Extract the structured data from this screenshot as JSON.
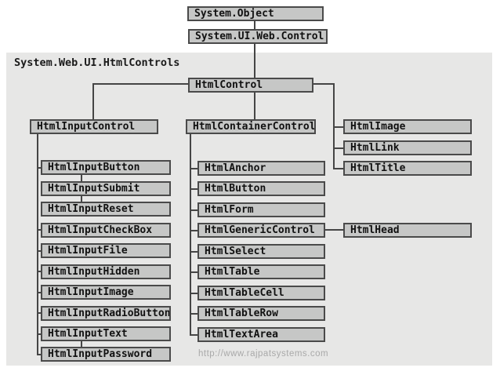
{
  "diagram": {
    "namespace_label": "System.Web.UI.HtmlControls",
    "roots": [
      "System.Object",
      "System.UI.Web.Control"
    ],
    "html_control": "HtmlControl",
    "input_branch": {
      "parent": "HtmlInputControl",
      "children": [
        "HtmlInputButton",
        "HtmlInputSubmit",
        "HtmlInputReset",
        "HtmlInputCheckBox",
        "HtmlInputFile",
        "HtmlInputHidden",
        "HtmlInputImage",
        "HtmlInputRadioButton",
        "HtmlInputText",
        "HtmlInputPassword"
      ]
    },
    "container_branch": {
      "parent": "HtmlContainerControl",
      "children": [
        "HtmlAnchor",
        "HtmlButton",
        "HtmlForm",
        "HtmlGenericControl",
        "HtmlSelect",
        "HtmlTable",
        "HtmlTableCell",
        "HtmlTableRow",
        "HtmlTextArea"
      ]
    },
    "direct_children": [
      "HtmlImage",
      "HtmlLink",
      "HtmlTitle"
    ],
    "generic_control_child": "HtmlHead"
  },
  "colors": {
    "region_background": "#e7e7e6",
    "node_fill": "#c6c7c6",
    "node_border": "#4a4a4a",
    "connector": "#454545",
    "watermark": "#a9a9a9"
  },
  "watermark": "http://www.rajpatsystems.com"
}
